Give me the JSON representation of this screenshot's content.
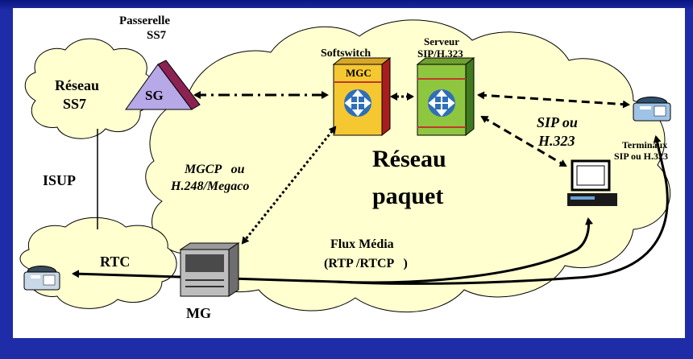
{
  "labels": {
    "passerelle": "Passerelle",
    "ss7": "SS7",
    "reseau_ss7_line1": "Réseau",
    "reseau_ss7_line2": "SS7",
    "sg": "SG",
    "softswitch": "Softswitch",
    "mgc": "MGC",
    "serveur_line1": "Serveur",
    "serveur_line2": "SIP/H.323",
    "sip_ou": "SIP ou",
    "h323": "H.323",
    "terminaux_line1": "Terminaux",
    "terminaux_line2": "SIP ou H.323",
    "mgcp_line1": "MGCP   ou",
    "mgcp_line2": "H.248/Megaco",
    "reseau_paquet_line1": "Réseau",
    "reseau_paquet_line2": "paquet",
    "isup": "ISUP",
    "flux_line1": "Flux Média",
    "flux_line2": "(RTP /RTCP   )",
    "rtc": "RTC",
    "mg": "MG"
  },
  "colors": {
    "frame": "#1E2CA8",
    "cloud_fill": "#FFFFD0",
    "softswitch_fill": "#F5C832",
    "server_fill": "#8FC63F",
    "sg_fill": "#B7A8E8",
    "sg_stripe": "#8B2252"
  },
  "icons": [
    "router-arrows-icon",
    "telephone-icon",
    "computer-icon",
    "media-gateway-icon"
  ]
}
